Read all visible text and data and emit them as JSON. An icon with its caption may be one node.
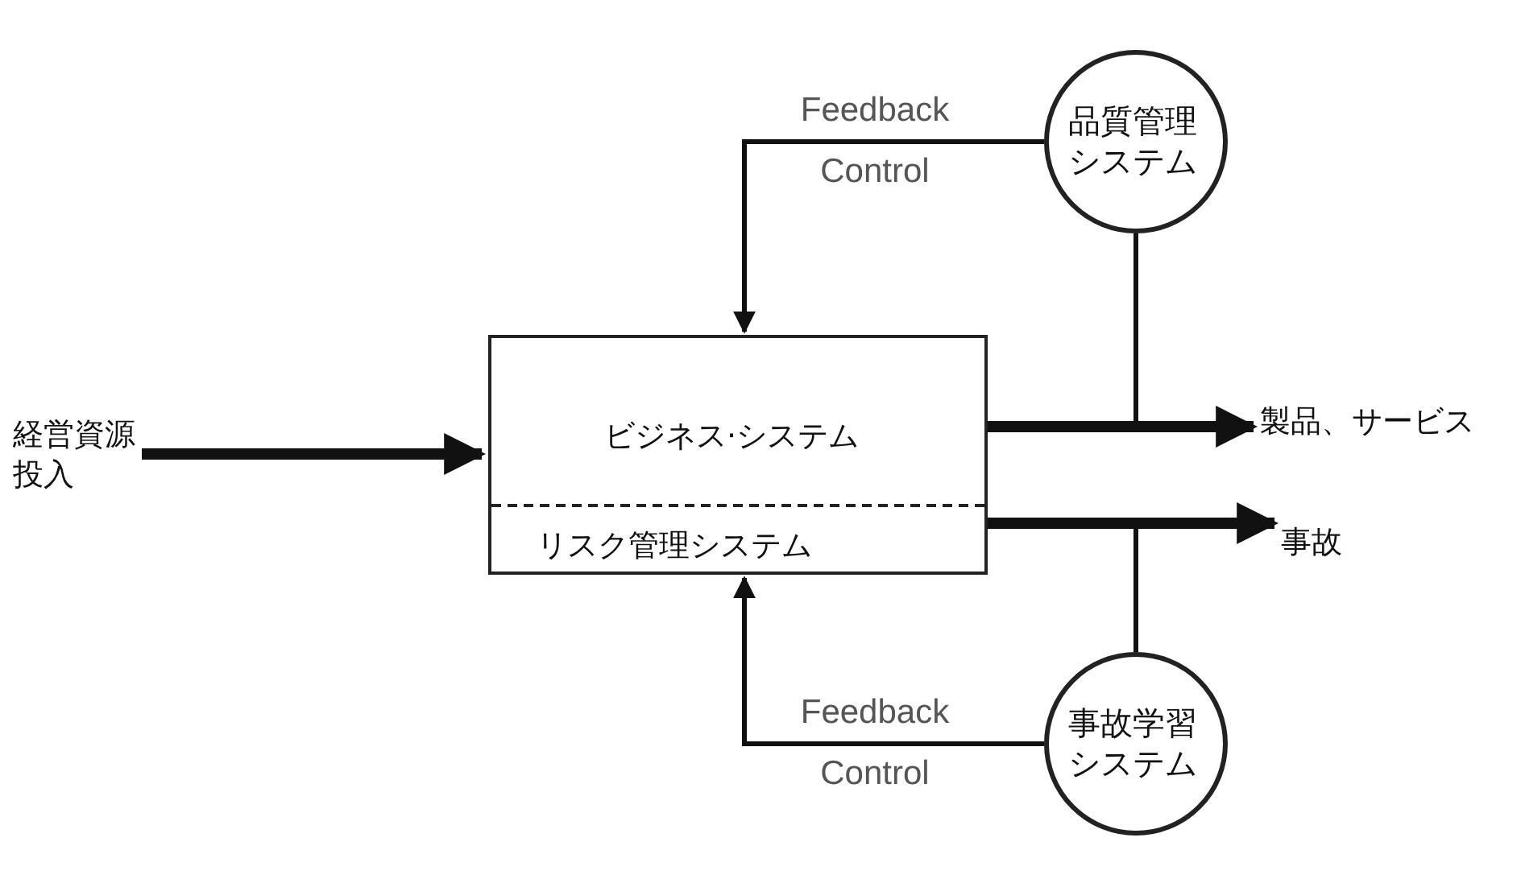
{
  "diagram": {
    "nodes": [
      {
        "text": [
          "ビジネス·システム",
          "リスク管理システム"
        ]
      },
      {
        "text": [
          "経営資源投入"
        ]
      },
      {
        "text": [
          "製品、サービス"
        ]
      },
      {
        "text": [
          "事故"
        ]
      },
      {
        "text": [
          "品質管理システム"
        ]
      },
      {
        "text": [
          "事故学習システム"
        ]
      }
    ],
    "edges": [
      {
        "from": 1,
        "to": 0,
        "arrow": "to",
        "style": "thick"
      },
      {
        "from": 0,
        "to": 2,
        "arrow": "to",
        "style": "thick"
      },
      {
        "from": 0,
        "to": 3,
        "arrow": "to",
        "style": "thick"
      },
      {
        "from": 4,
        "to": 0,
        "arrow": "to",
        "label": "Feedback Control"
      },
      {
        "from": 5,
        "to": 0,
        "arrow": "to",
        "label": "Feedback Control"
      },
      {
        "from": 4,
        "to": null,
        "arrow": "none"
      },
      {
        "from": 5,
        "to": null,
        "arrow": "none"
      }
    ]
  }
}
